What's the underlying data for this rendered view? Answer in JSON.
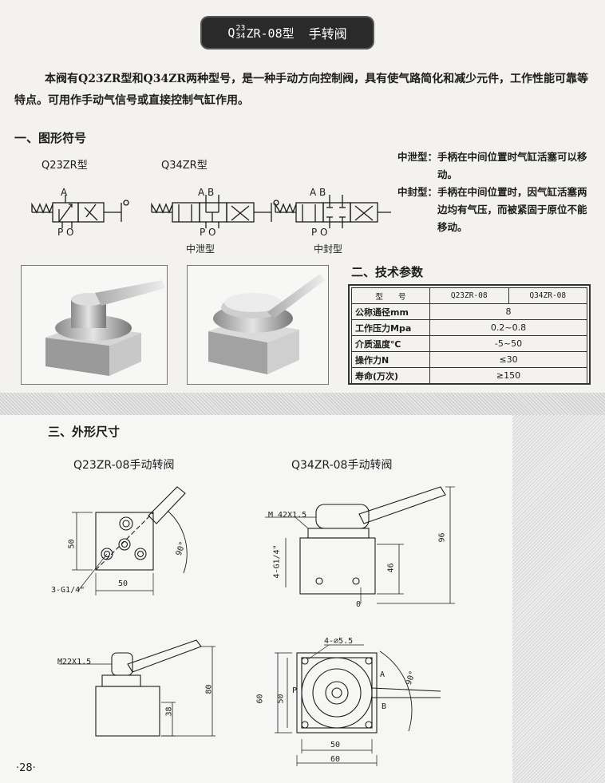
{
  "title": {
    "prefix": "Q",
    "sup": "23",
    "sub": "34",
    "suffix": "ZR-08型",
    "name": "手转阀"
  },
  "intro": "本阀有Q23ZR型和Q34ZR两种型号，是一种手动方向控制阀，具有使气路简化和减少元件，工作性能可靠等特点。可用作手动气信号或直接控制气缸作用。",
  "section1": {
    "heading": "一、图形符号",
    "label_q23": "Q23ZR型",
    "label_q34": "Q34ZR型",
    "ports_a": "A",
    "ports_po": "P O",
    "ports_ab": "A B",
    "caption_center_exhaust": "中泄型",
    "caption_center_closed": "中封型"
  },
  "notes": [
    {
      "term": "中泄型：",
      "text": "手柄在中间位置时气缸活塞可以移动。"
    },
    {
      "term": "中封型：",
      "text": "手柄在中间位置时，因气缸活塞两边均有气压，而被紧固于原位不能移动。"
    }
  ],
  "section2": {
    "heading": "二、技术参数",
    "header": [
      "型　　号",
      "Q23ZR-08",
      "Q34ZR-08"
    ],
    "rows": [
      {
        "label": "公称通径mm",
        "value": "8"
      },
      {
        "label": "工作压力Mpa",
        "value": "0.2~0.8"
      },
      {
        "label": "介质温度℃",
        "value": "-5~50"
      },
      {
        "label": "操作力N",
        "value": "≤30"
      },
      {
        "label": "寿命(万次)",
        "value": "≥150"
      }
    ]
  },
  "section3": {
    "heading": "三、外形尺寸",
    "drawing1_title": "Q23ZR-08手动转阀",
    "drawing2_title": "Q34ZR-08手动转阀",
    "d1": {
      "h50": "50",
      "w50": "50",
      "angle": "90°",
      "port": "3-G1/4\""
    },
    "d2": {
      "thread": "M 42X1.5",
      "h96": "96",
      "h46": "46",
      "port": "4-G1/4\"",
      "zero": "0"
    },
    "d3": {
      "thread": "M22X1.5",
      "h80": "80",
      "h38": "38"
    },
    "d4": {
      "holes": "4-⌀5.5",
      "h60": "60",
      "h50": "50",
      "w50": "50",
      "w60": "60",
      "angle": "90°",
      "a": "A",
      "b": "B",
      "p": "P"
    }
  },
  "page_number": "·28·"
}
